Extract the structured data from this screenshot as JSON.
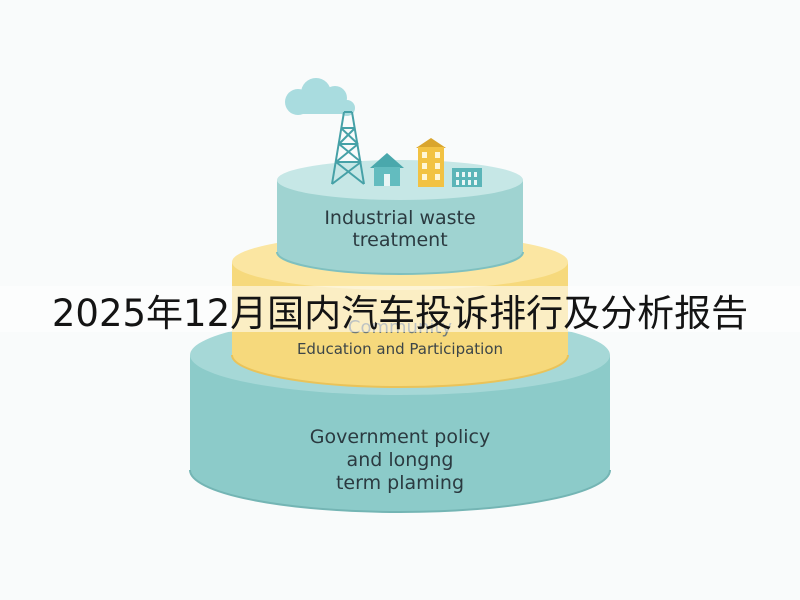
{
  "banner": {
    "title": "2025年12月国内汽车投诉排行及分析报告"
  },
  "diagram": {
    "tiers": [
      {
        "lines": [
          "Industrial waste",
          "treatment"
        ]
      },
      {
        "lines": [
          "Community",
          "Education and Participation"
        ]
      },
      {
        "lines": [
          "Government policy",
          "and longng",
          "term plaming"
        ]
      }
    ]
  },
  "colors": {
    "teal": "#8ccbc9",
    "teal_dark": "#74b5b4",
    "teal_top": "#bfe3e3",
    "yellow": "#f6d97c",
    "yellow_top": "#fbe9ad",
    "smoke": "#9fd6da",
    "tower": "#46a1a7",
    "building_yellow": "#f2c243",
    "house": "#5bb5b8"
  },
  "icons": [
    "smoke-cloud-icon",
    "factory-tower-icon",
    "house-icon",
    "apartment-building-icon",
    "low-building-icon"
  ]
}
